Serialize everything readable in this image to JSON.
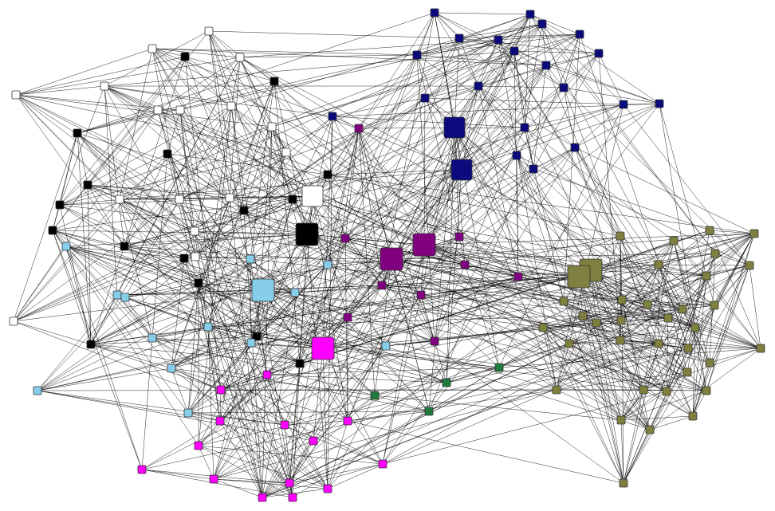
{
  "graph": {
    "type": "network",
    "edge_color": "#000000",
    "node_border": "#333333",
    "groups": [
      {
        "name": "navy",
        "color": "#0a0a7d"
      },
      {
        "name": "white",
        "color": "#ffffff"
      },
      {
        "name": "black",
        "color": "#000000"
      },
      {
        "name": "lightblue",
        "color": "#87ceeb"
      },
      {
        "name": "magenta",
        "color": "#ff00ff"
      },
      {
        "name": "purple",
        "color": "#800080"
      },
      {
        "name": "green",
        "color": "#1e7b3c"
      },
      {
        "name": "olive",
        "color": "#7f7f40"
      }
    ]
  }
}
